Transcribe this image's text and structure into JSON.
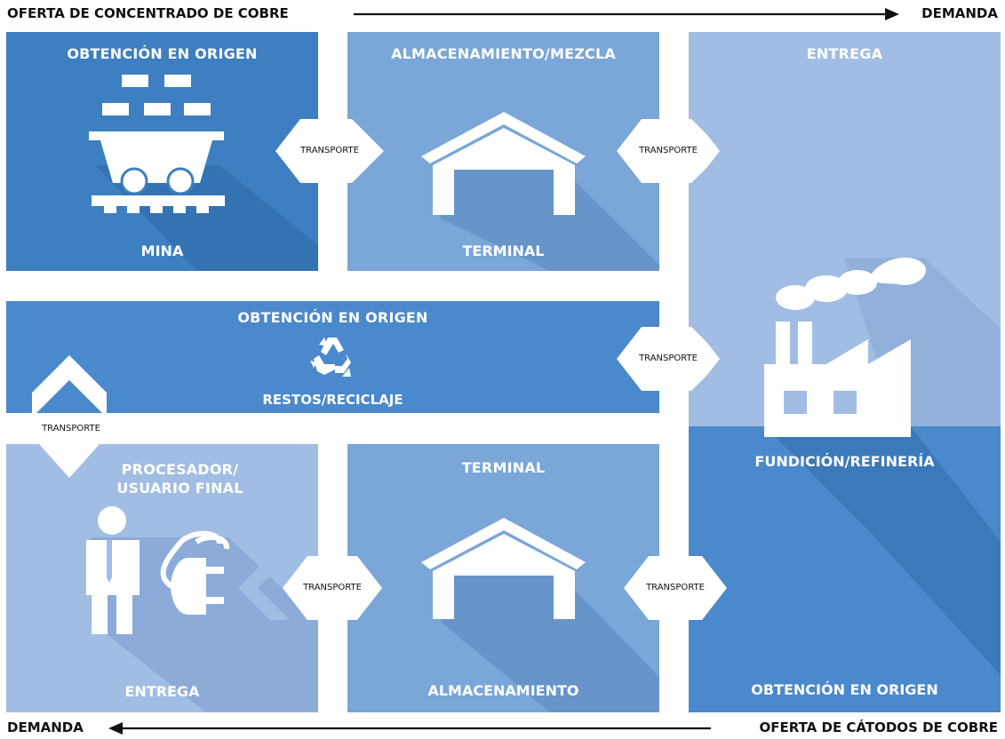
{
  "flow": {
    "top_left": "OFERTA DE CONCENTRADO DE COBRE",
    "top_right": "DEMANDA",
    "bottom_left": "DEMANDA",
    "bottom_right": "OFERTA DE CÁTODOS DE COBRE"
  },
  "panels": {
    "mine": {
      "title": "OBTENCIÓN EN ORIGEN",
      "label": "MINA",
      "icon": "mine-cart-icon"
    },
    "storage_mix": {
      "title": "ALMACENAMIENTO/MEZCLA",
      "label": "TERMINAL",
      "icon": "warehouse-icon"
    },
    "delivery_top": {
      "title": "ENTREGA"
    },
    "smelter": {
      "label": "FUNDICIÓN/REFINERÍA",
      "icon": "factory-icon"
    },
    "smelter_bottom": {
      "label": "OBTENCIÓN EN ORIGEN"
    },
    "recycle": {
      "title": "OBTENCIÓN EN ORIGEN",
      "label": "RESTOS/RECICLAJE",
      "icon": "recycle-icon"
    },
    "end_user": {
      "title_line1": "PROCESADOR/",
      "title_line2": "USUARIO FINAL",
      "label": "ENTREGA",
      "icon": "person-plug-icon"
    },
    "terminal_bottom": {
      "title": "TERMINAL",
      "label": "ALMACENAMIENTO",
      "icon": "warehouse-icon"
    }
  },
  "transports": [
    "TRANSPORTE",
    "TRANSPORTE",
    "TRANSPORTE",
    "TRANSPORTE",
    "TRANSPORTE",
    "TRANSPORTE"
  ],
  "colors": {
    "dark_blue": "#3d7fc1",
    "mid_blue": "#7aa6d8",
    "light_blue": "#a2bde4",
    "bottom_blue": "#4a89cb",
    "shadow": "#2f669e"
  }
}
